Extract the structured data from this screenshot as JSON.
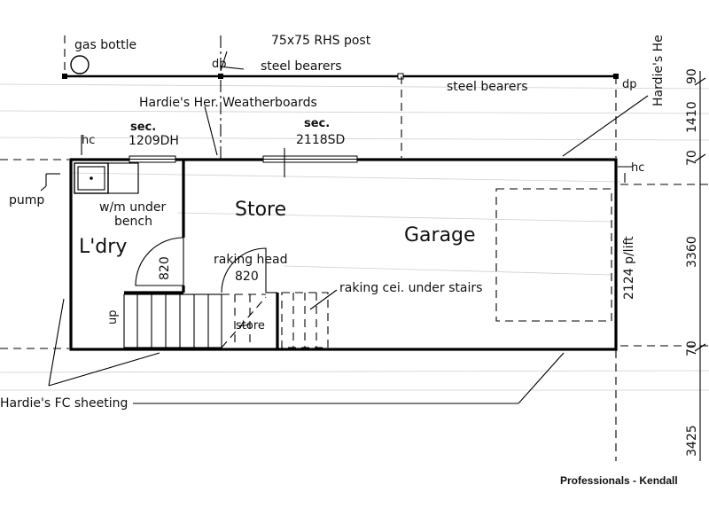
{
  "labels": {
    "gas_bottle": "gas bottle",
    "rhs_post": "75x75 RHS post",
    "dp": "dp",
    "steel_bearers": "steel bearers",
    "hardies_her_weatherboards": "Hardie's Her. Weatherboards",
    "hardies_he": "Hardie's He",
    "sec": "sec.",
    "window_1209": "1209DH",
    "window_2118": "2118SD",
    "hc": "hc",
    "pump": "pump",
    "wm_under": "w/m under",
    "bench": "bench",
    "store_room": "Store",
    "laundry": "L'dry",
    "garage": "Garage",
    "door_820": "820",
    "raking_head": "raking head",
    "raking_ceiling": "raking cei. under stairs",
    "up": "up",
    "store_small": "store",
    "lift_door": "2124 p/lift",
    "hardies_fc_sheeting": "Hardie's FC sheeting"
  },
  "dimensions": {
    "d90": "90",
    "d1410": "1410",
    "d70": "70",
    "d3360": "3360",
    "d3425": "3425"
  },
  "credit": "Professionals - Kendall",
  "colors": {
    "ink": "#000000",
    "paper": "#ffffff",
    "bleed": "#cfcfcf"
  }
}
